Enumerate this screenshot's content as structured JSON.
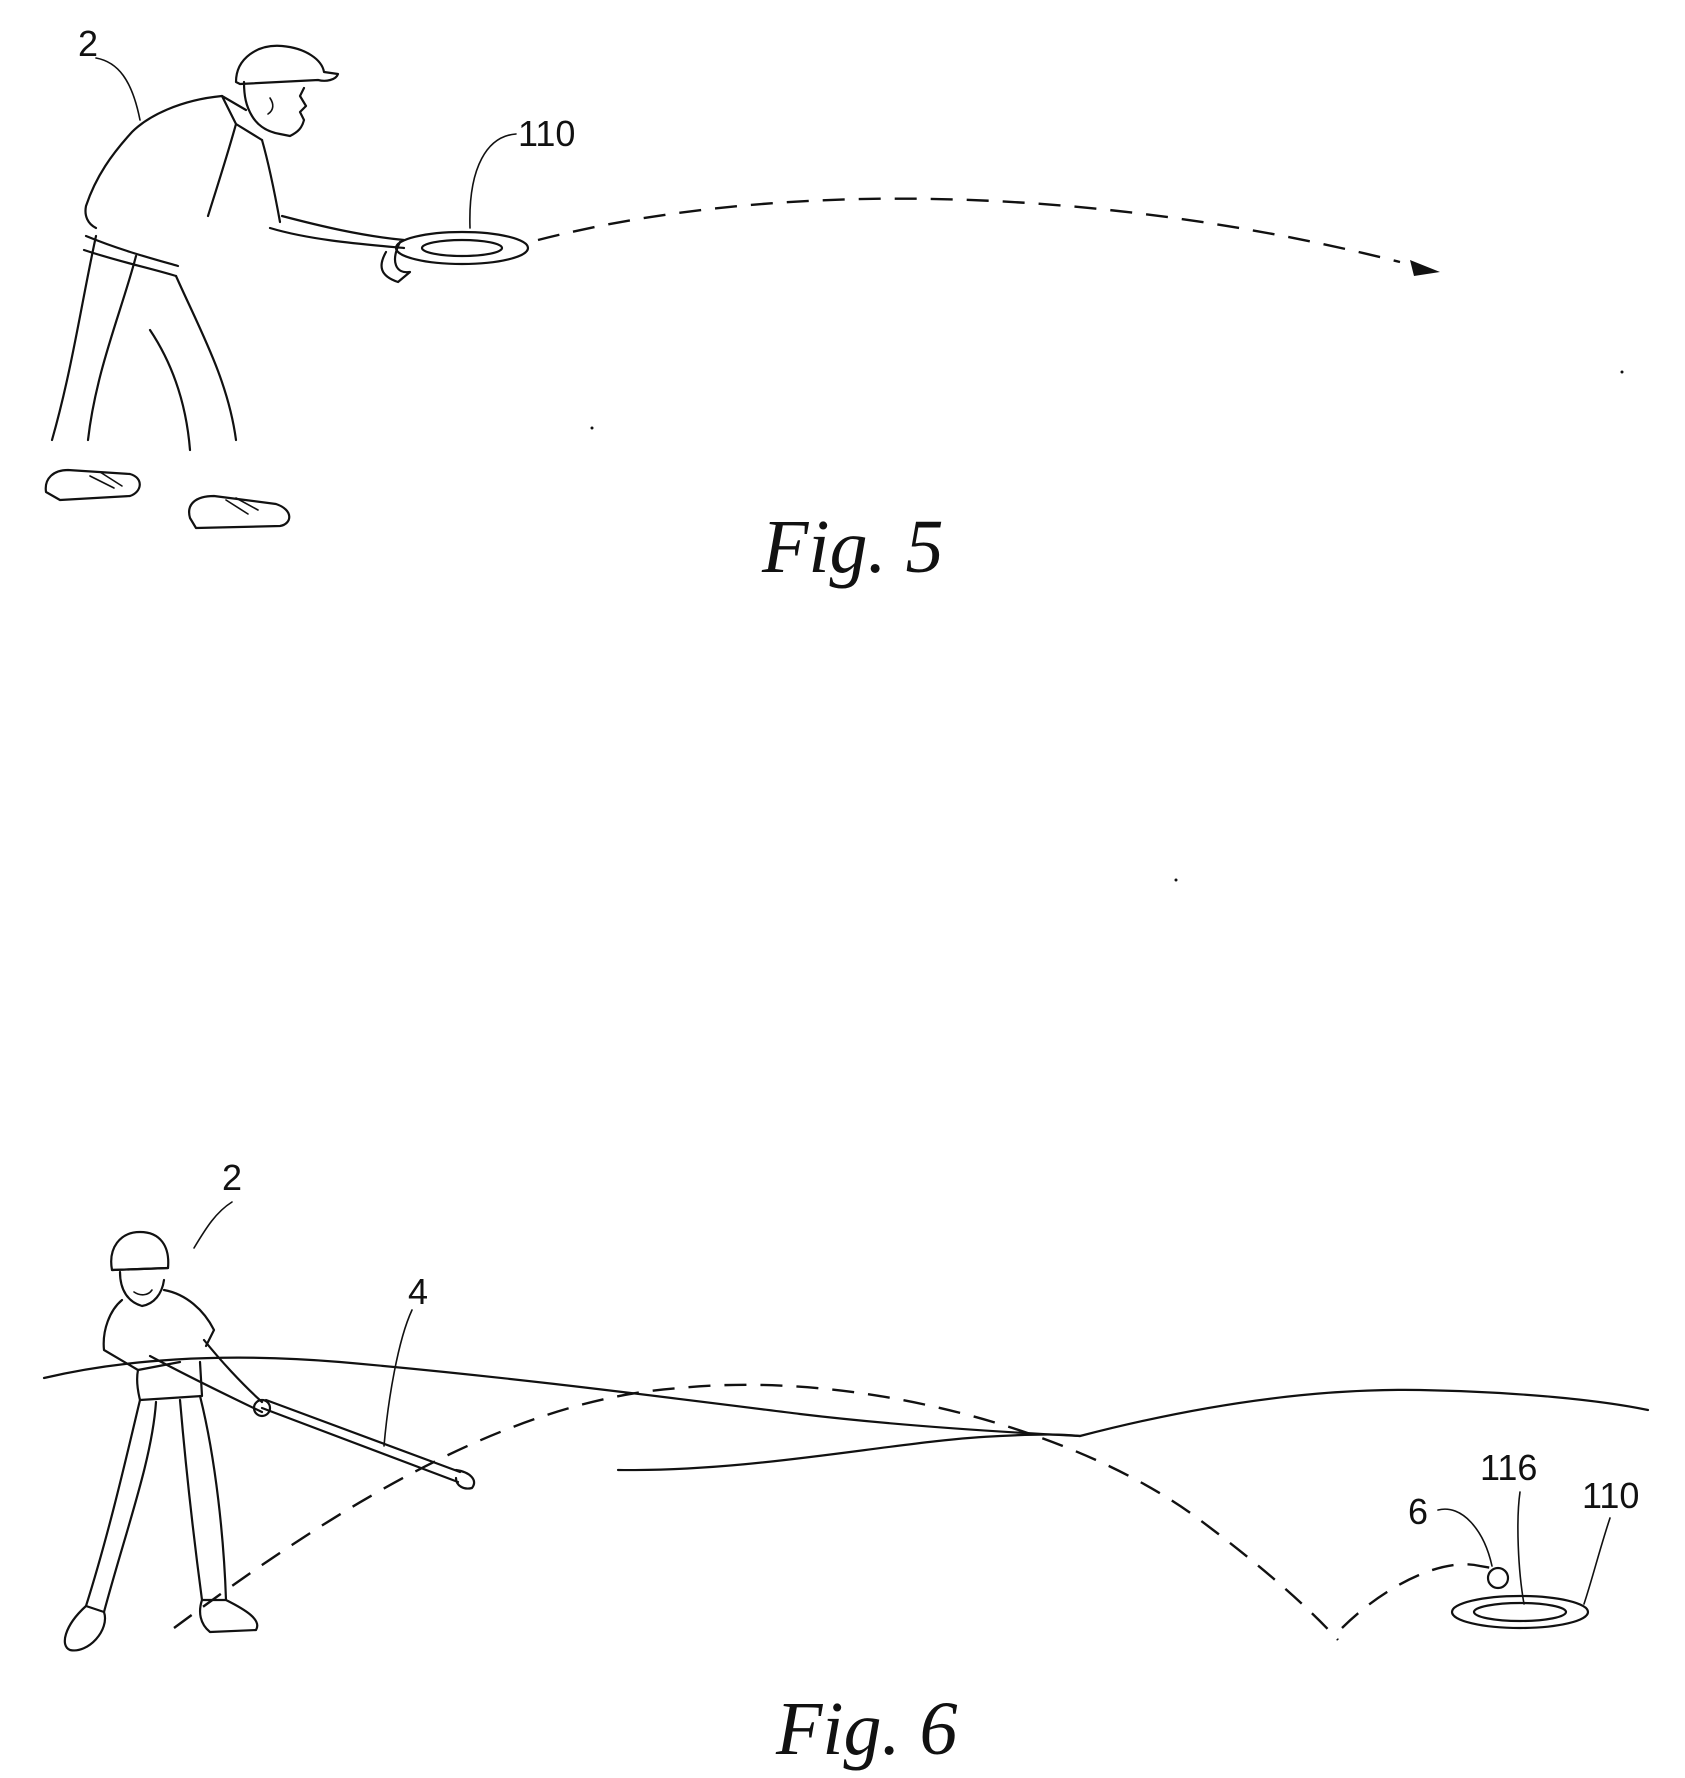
{
  "figures": [
    {
      "caption": "Fig. 5",
      "reference_labels": {
        "person": "2",
        "disc": "110"
      }
    },
    {
      "caption": "Fig. 6",
      "reference_labels": {
        "person": "2",
        "club": "4",
        "ball": "6",
        "disc_center": "116",
        "disc": "110"
      }
    }
  ]
}
